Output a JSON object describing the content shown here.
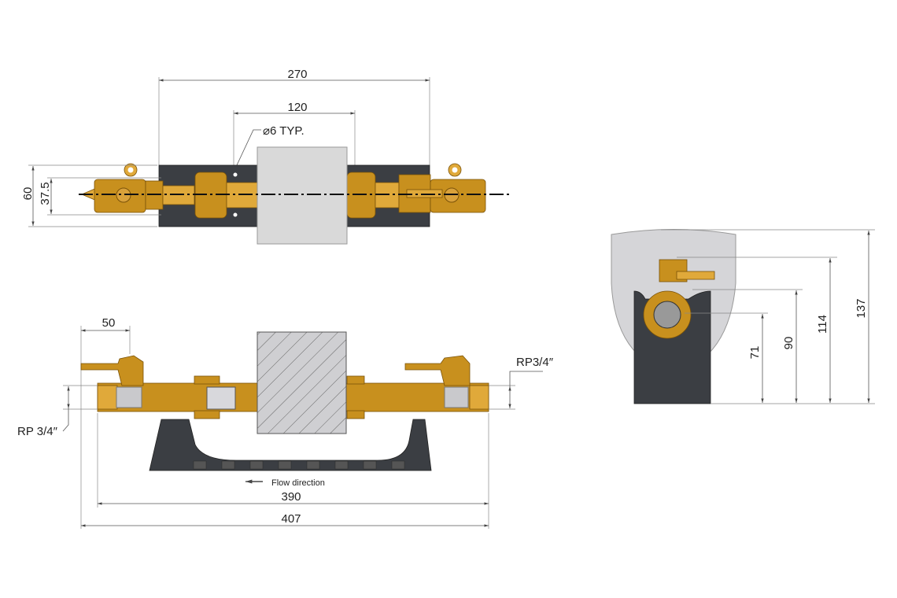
{
  "top_view": {
    "dim_overall": "270",
    "dim_holes": "120",
    "hole_note": "⌀6 TYP.",
    "dim_height": "60",
    "dim_inner": "37.5"
  },
  "front_view": {
    "dim_valve": "50",
    "dim_390": "390",
    "dim_407": "407",
    "thread_right": "RP3/4″",
    "thread_left": "RP 3/4″",
    "flow_label": "Flow direction"
  },
  "side_view": {
    "dim_71": "71",
    "dim_90": "90",
    "dim_114": "114",
    "dim_137": "137"
  },
  "colors": {
    "brass": "#c8901e",
    "plate": "#3b3e43",
    "block": "#d9d9d9"
  }
}
